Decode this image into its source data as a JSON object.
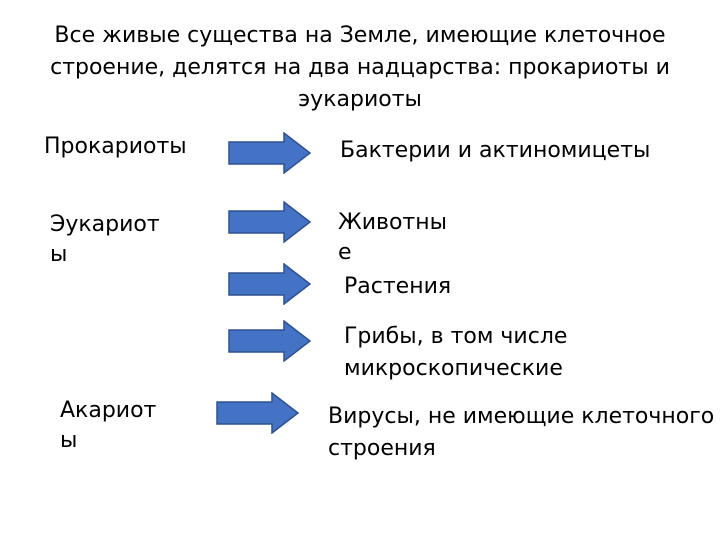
{
  "title": "Все живые существа на Земле, имеющие клеточное строение, делятся на два надцарства: прокариоты и эукариоты",
  "left_labels": {
    "prokaryotes": "Прокариоты",
    "eukaryotes": "Эукариоты",
    "acaryotes": "Акариоты"
  },
  "right_labels": {
    "bacteria": "Бактерии и актиномицеты",
    "animals": "Животные",
    "plants": "Растения",
    "fungi_line1": "Грибы, в том числе",
    "fungi_line2": "микроскопические",
    "viruses_line1": "Вирусы, не имеющие клеточного",
    "viruses_line2": "строения"
  },
  "colors": {
    "arrow_fill": "#4472C4",
    "arrow_stroke": "#2F528F"
  }
}
